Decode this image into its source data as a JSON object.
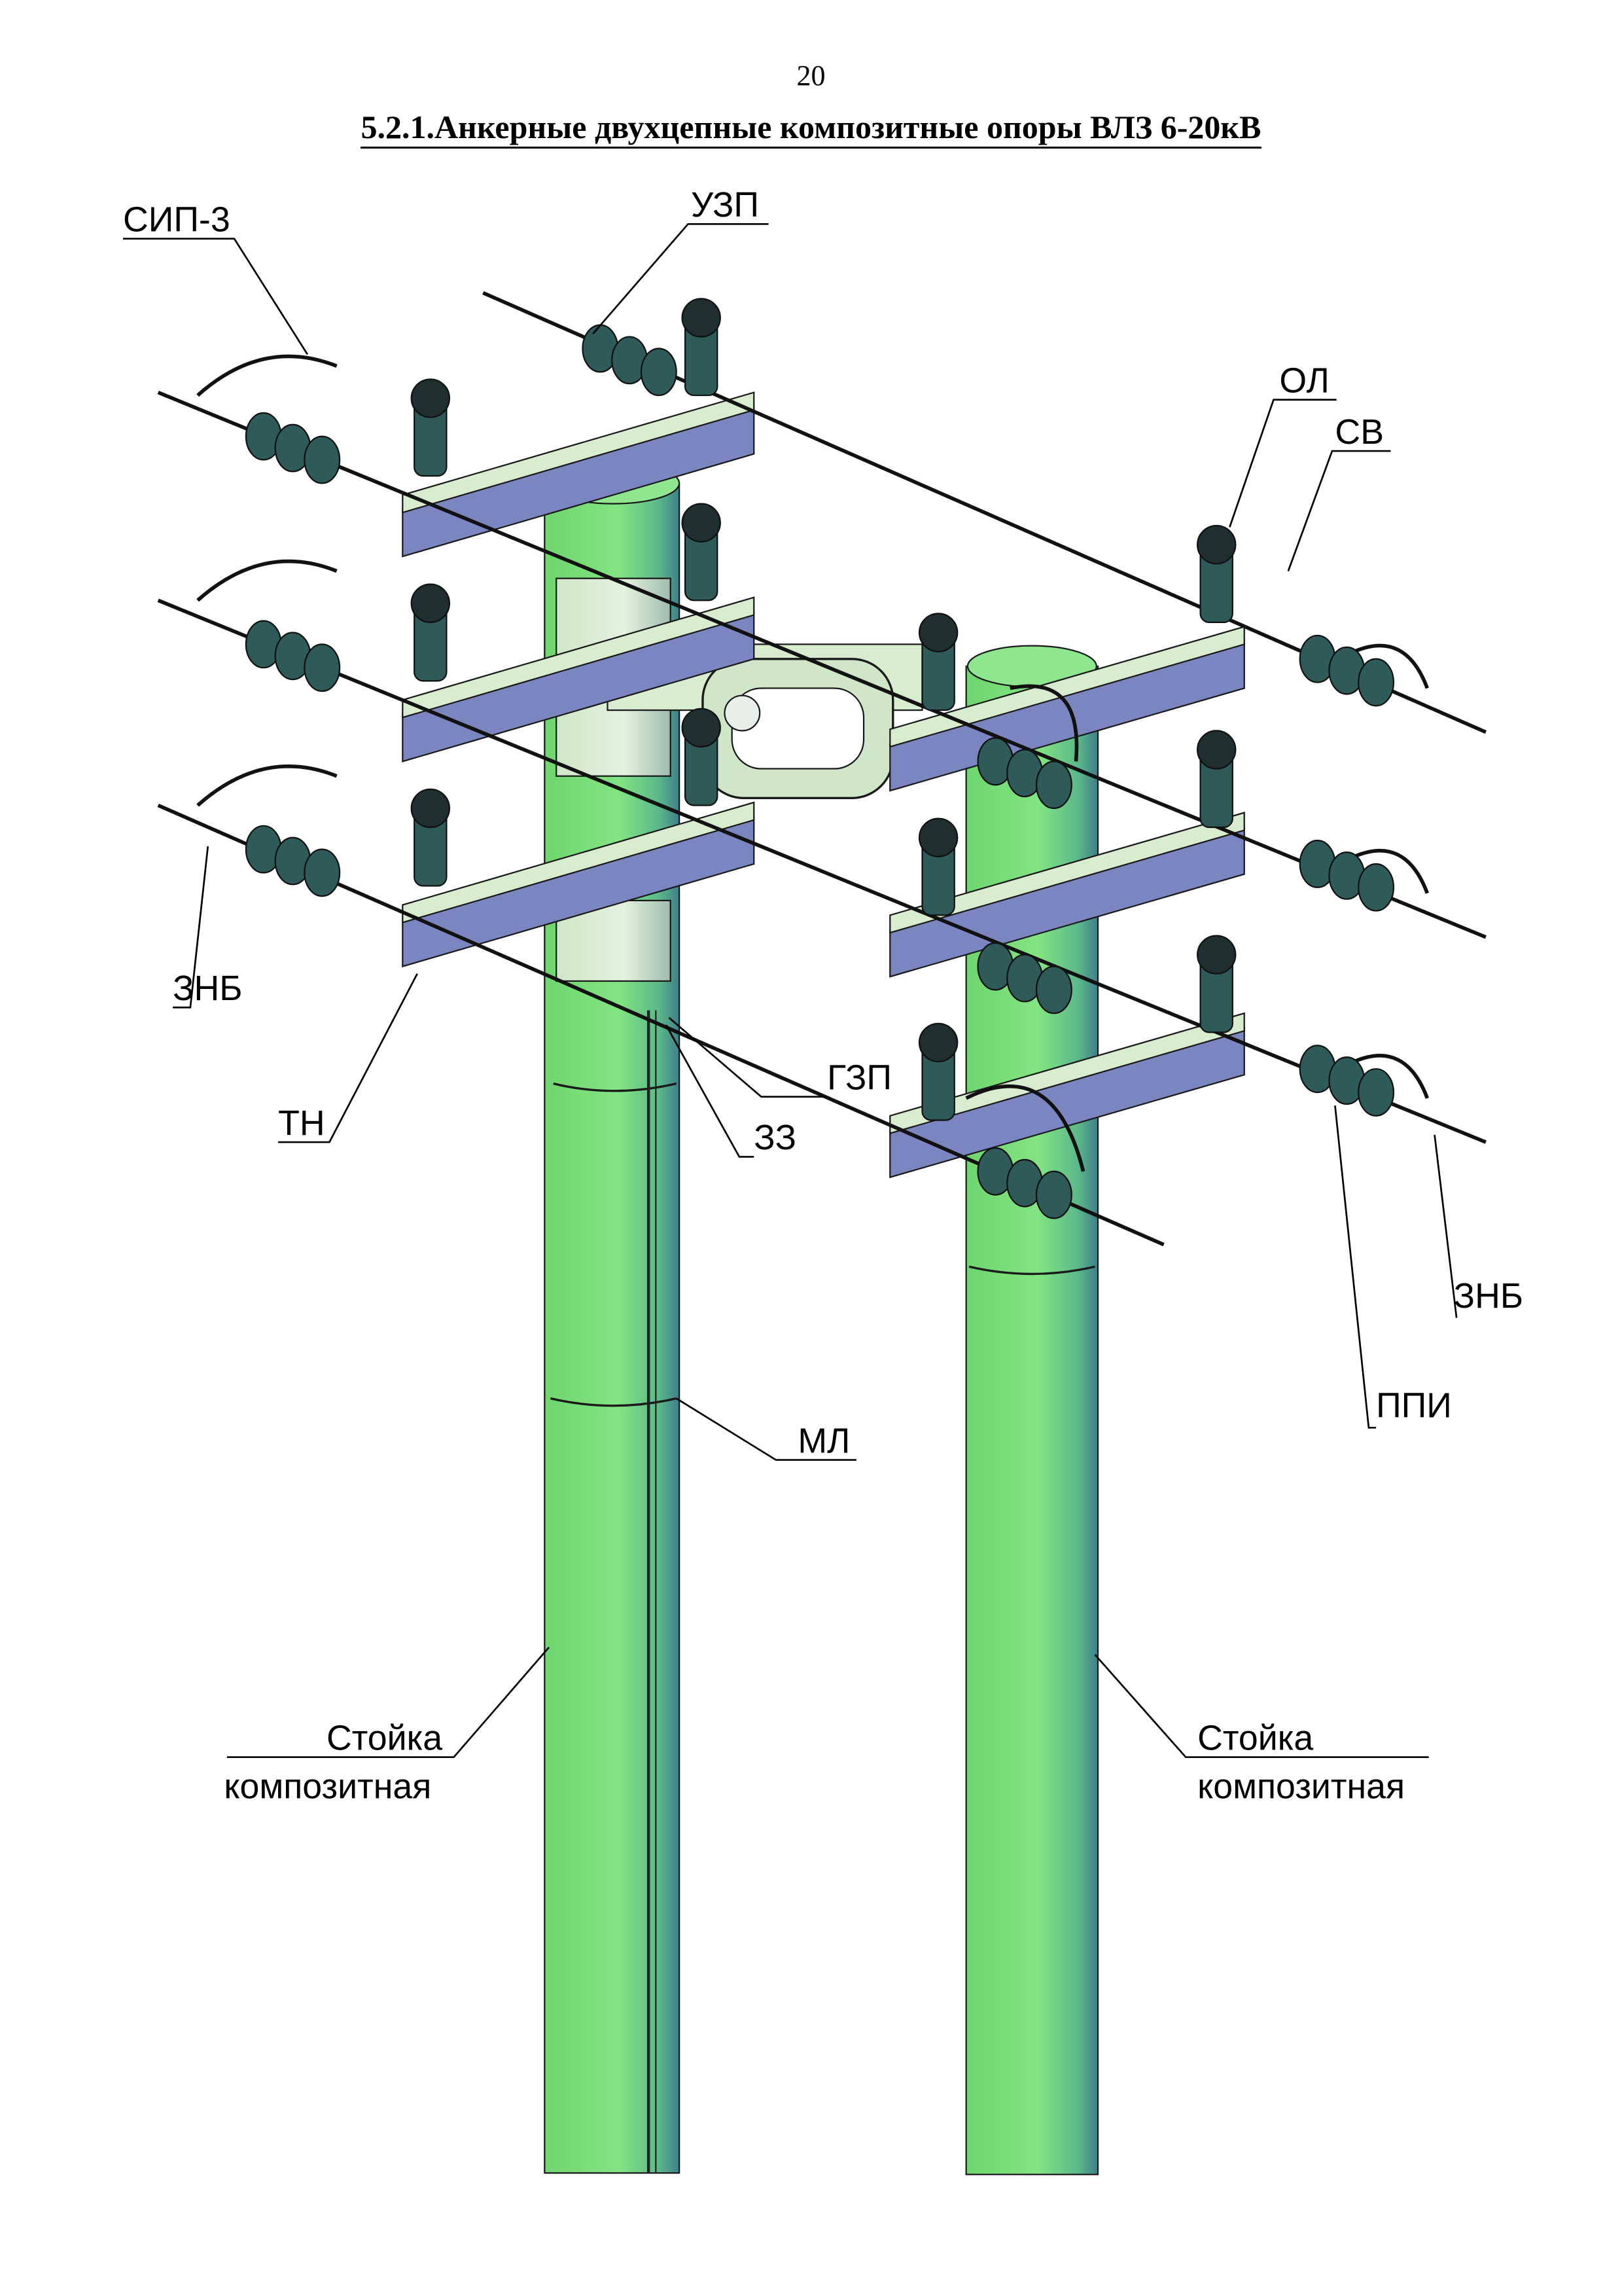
{
  "page": {
    "number": "20",
    "title": "5.2.1.Анкерные двухцепные композитные опоры ВЛЗ 6-20кВ"
  },
  "labels": {
    "sip3": "СИП-3",
    "uzp": "УЗП",
    "ol": "ОЛ",
    "sv": "СВ",
    "znb_left": "ЗНБ",
    "tn": "ТН",
    "gzp": "ГЗП",
    "zz": "ЗЗ",
    "ml": "МЛ",
    "znb_right": "ЗНБ",
    "ppi": "ППИ",
    "stand_left_1": "Стойка",
    "stand_left_2": "композитная",
    "stand_right_1": "Стойка",
    "stand_right_2": "композитная"
  },
  "colors": {
    "pole_green": "#7ee07e",
    "pole_dark": "#3f8a8a",
    "crossarm_blue": "#7b86c0",
    "bracket_light": "#d8ecd0",
    "insulator": "#2f5a5a",
    "wire": "#111111"
  }
}
